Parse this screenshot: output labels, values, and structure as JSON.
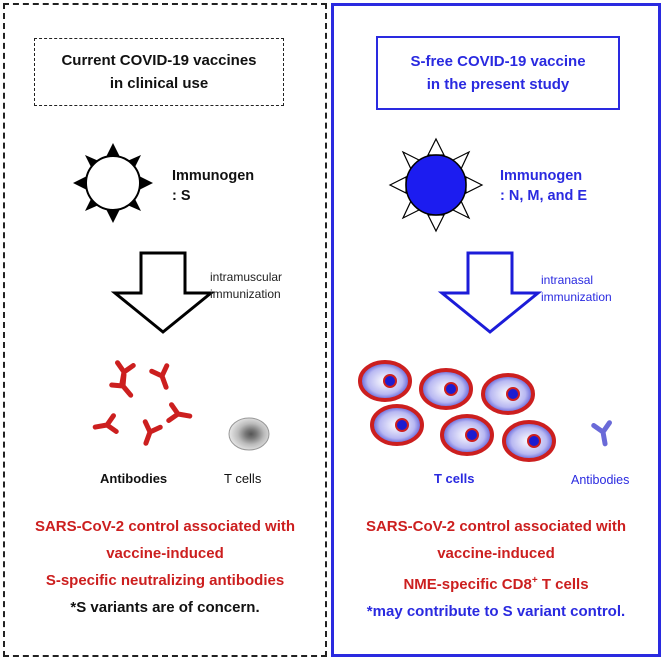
{
  "left": {
    "title_line1": "Current COVID-19 vaccines",
    "title_line2": "in clinical use",
    "immunogen_label": "Immunogen",
    "immunogen_value": ": S",
    "route_line1": "intramuscular",
    "route_line2": "immunization",
    "antibodies_label": "Antibodies",
    "tcells_label": "T cells",
    "conclusion_line1": "SARS-CoV-2 control associated with",
    "conclusion_line2": "vaccine-induced",
    "conclusion_line3": "S-specific neutralizing antibodies",
    "note": "*S variants are of concern."
  },
  "right": {
    "title_line1": "S-free COVID-19 vaccine",
    "title_line2": "in the present study",
    "immunogen_label": "Immunogen",
    "immunogen_value": ": N, M, and E",
    "route_line1": "intranasal",
    "route_line2": "immunization",
    "tcells_label": "T cells",
    "antibodies_label": "Antibodies",
    "conclusion_line1": "SARS-CoV-2 control associated with",
    "conclusion_line2": "vaccine-induced",
    "conclusion_line3_pre": "NME-specific CD8",
    "conclusion_line3_sup": "+",
    "conclusion_line3_post": " T cells",
    "note": "*may contribute to S variant control."
  },
  "colors": {
    "accent_blue": "#2a2ae0",
    "red": "#cc1f1f",
    "black": "#111111"
  }
}
